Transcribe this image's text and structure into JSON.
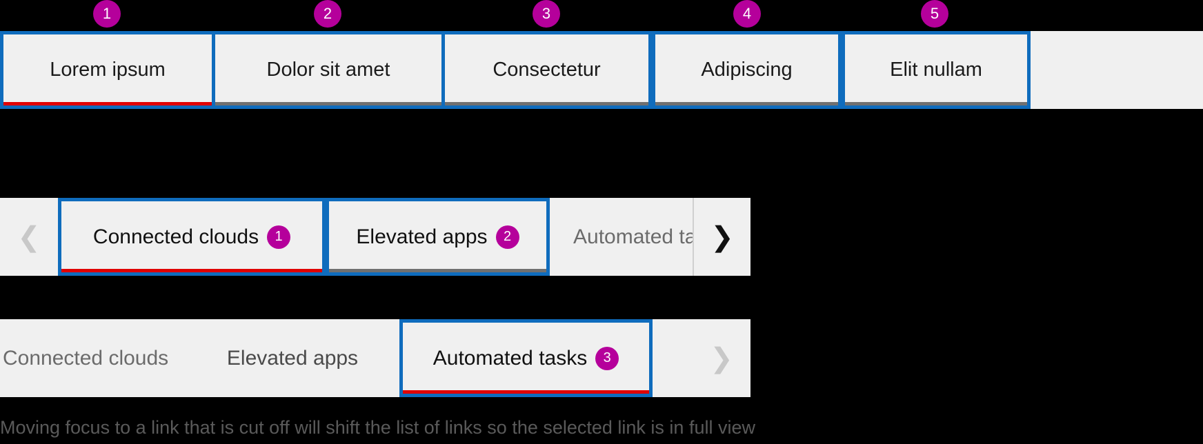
{
  "theme": {
    "badge_color": "#b5009b",
    "focus_ring_color": "#0f6cbd",
    "selected_underline_color": "#e00000",
    "unselected_underline_color": "#707070",
    "surface_color": "#f0f0f0",
    "page_background": "#000000"
  },
  "top_tabs": {
    "items": [
      {
        "label": "Lorem ipsum",
        "badge": "1",
        "selected": true,
        "focused": true
      },
      {
        "label": "Dolor sit amet",
        "badge": "2",
        "selected": false,
        "focused": true
      },
      {
        "label": "Consectetur",
        "badge": "3",
        "selected": false,
        "focused": true
      },
      {
        "label": "Adipiscing",
        "badge": "4",
        "selected": false,
        "focused": true
      },
      {
        "label": "Elit nullam",
        "badge": "5",
        "selected": false,
        "focused": true
      }
    ]
  },
  "scroll_row_1": {
    "prev_arrow": {
      "icon": "chevron-left-icon",
      "glyph": "❮",
      "enabled": false
    },
    "next_arrow": {
      "icon": "chevron-right-icon",
      "glyph": "❯",
      "enabled": true
    },
    "links": [
      {
        "label": "Connected clouds",
        "badge": "1",
        "selected": true,
        "focused": true,
        "clipped": false
      },
      {
        "label": "Elevated apps",
        "badge": "2",
        "selected": false,
        "focused": true,
        "clipped": false
      },
      {
        "label": "Automated tasks",
        "badge": "",
        "selected": false,
        "focused": false,
        "clipped": true
      }
    ]
  },
  "scroll_row_2": {
    "prev_arrow": {
      "icon": "chevron-left-icon",
      "glyph": "❮",
      "enabled": true
    },
    "next_arrow": {
      "icon": "chevron-right-icon",
      "glyph": "❯",
      "enabled": false
    },
    "links": [
      {
        "label": "Connected clouds",
        "badge": "",
        "selected": false,
        "focused": false,
        "clipped": true
      },
      {
        "label": "Elevated apps",
        "badge": "",
        "selected": false,
        "focused": false,
        "clipped": false
      },
      {
        "label": "Automated tasks",
        "badge": "3",
        "selected": true,
        "focused": true,
        "clipped": false
      }
    ]
  },
  "caption": {
    "text": "Moving focus to a link that is cut off will shift the list of links so the selected link is in full view"
  }
}
